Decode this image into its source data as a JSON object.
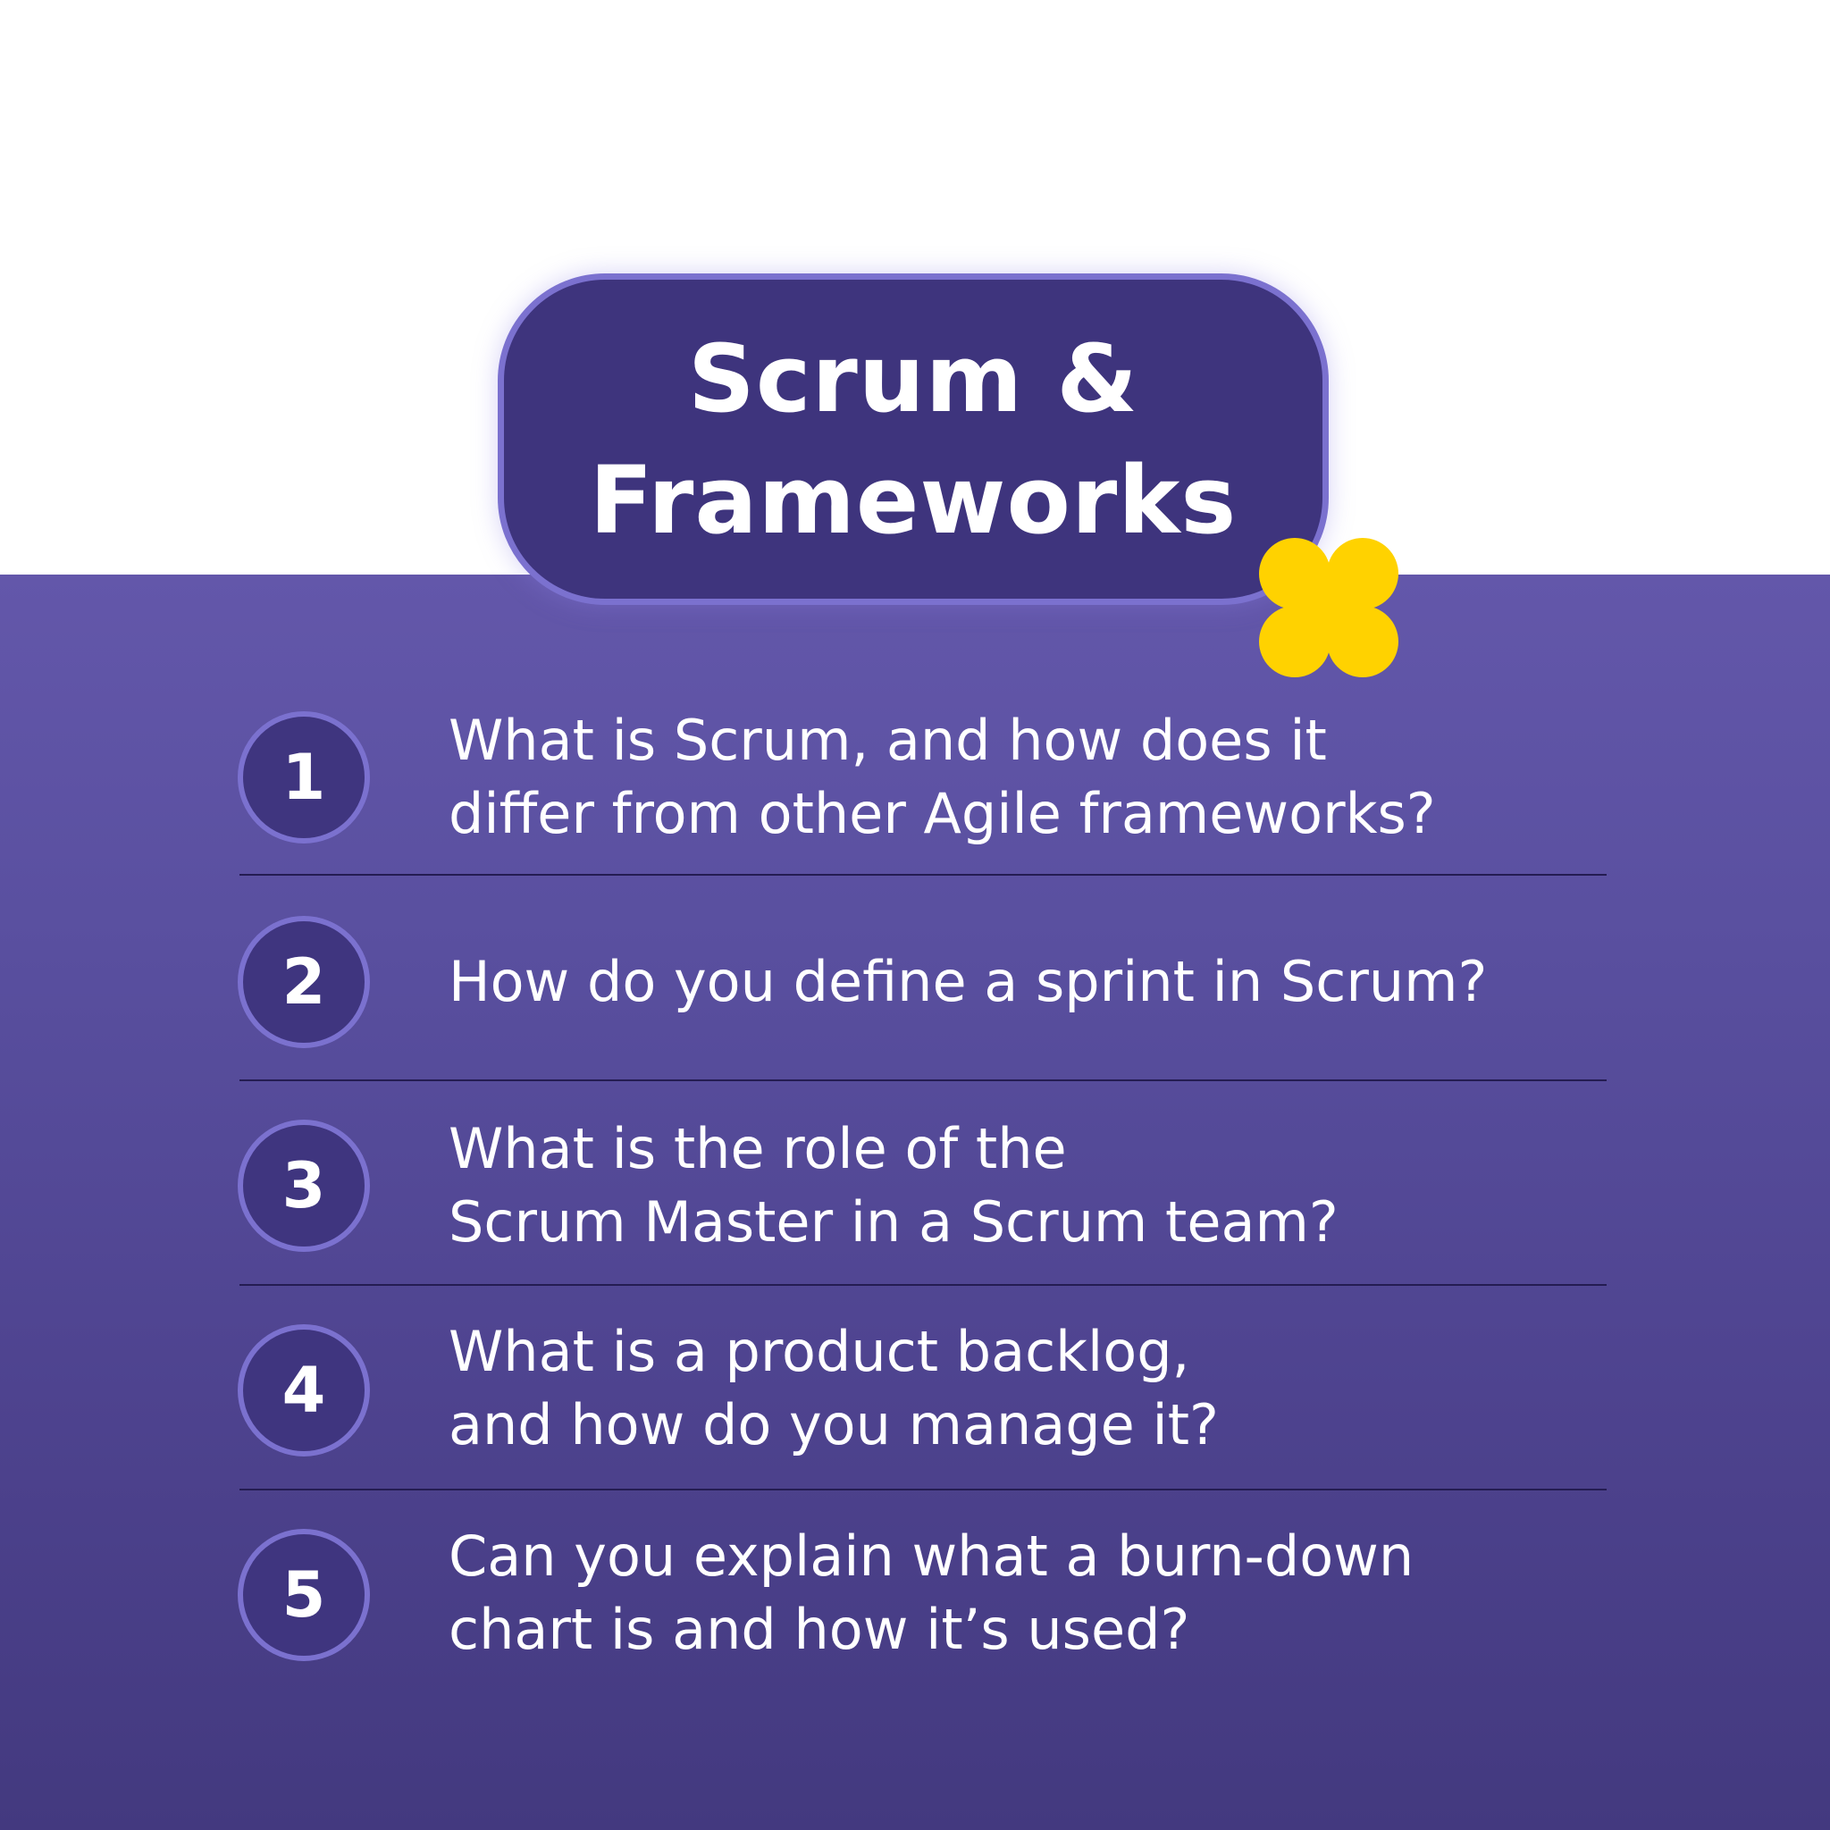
{
  "title": {
    "line1": "Scrum &",
    "line2": "Frameworks"
  },
  "decoration": {
    "flower_color": "#ffd200",
    "panel_color": "#5a50a2",
    "title_box_color": "#3e347d",
    "outline_color": "#7b71cf"
  },
  "questions": [
    {
      "number": "1",
      "line1": "What is Scrum, and how does it",
      "line2": "differ from other Agile frameworks?"
    },
    {
      "number": "2",
      "line1": "How do you define a sprint in Scrum?",
      "line2": ""
    },
    {
      "number": "3",
      "line1": "What is the role of the",
      "line2": "Scrum Master in a Scrum team?"
    },
    {
      "number": "4",
      "line1": "What is a product backlog,",
      "line2": "and how do you manage it?"
    },
    {
      "number": "5",
      "line1": "Can you explain what a burn-down",
      "line2": "chart is and how it’s used?"
    }
  ]
}
